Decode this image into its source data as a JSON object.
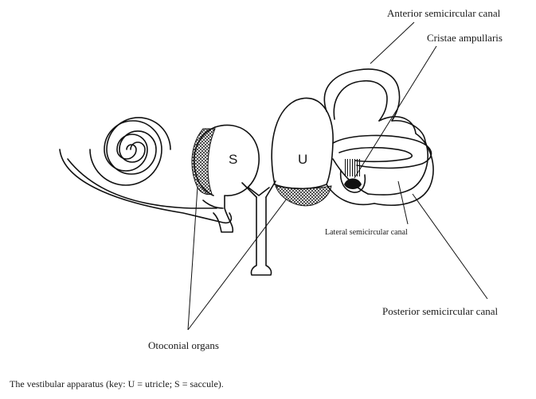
{
  "diagram": {
    "labels": {
      "anterior": "Anterior semicircular canal",
      "cristae": "Cristae ampullaris",
      "lateral": "Lateral semicircular canal",
      "posterior": "Posterior semicircular canal",
      "otoconial": "Otoconial organs",
      "saccule_key": "S",
      "utricle_key": "U"
    },
    "caption": "The vestibular apparatus (key: U = utricle; S = saccule)."
  },
  "colors": {
    "ink": "#111111",
    "background": "#ffffff"
  }
}
